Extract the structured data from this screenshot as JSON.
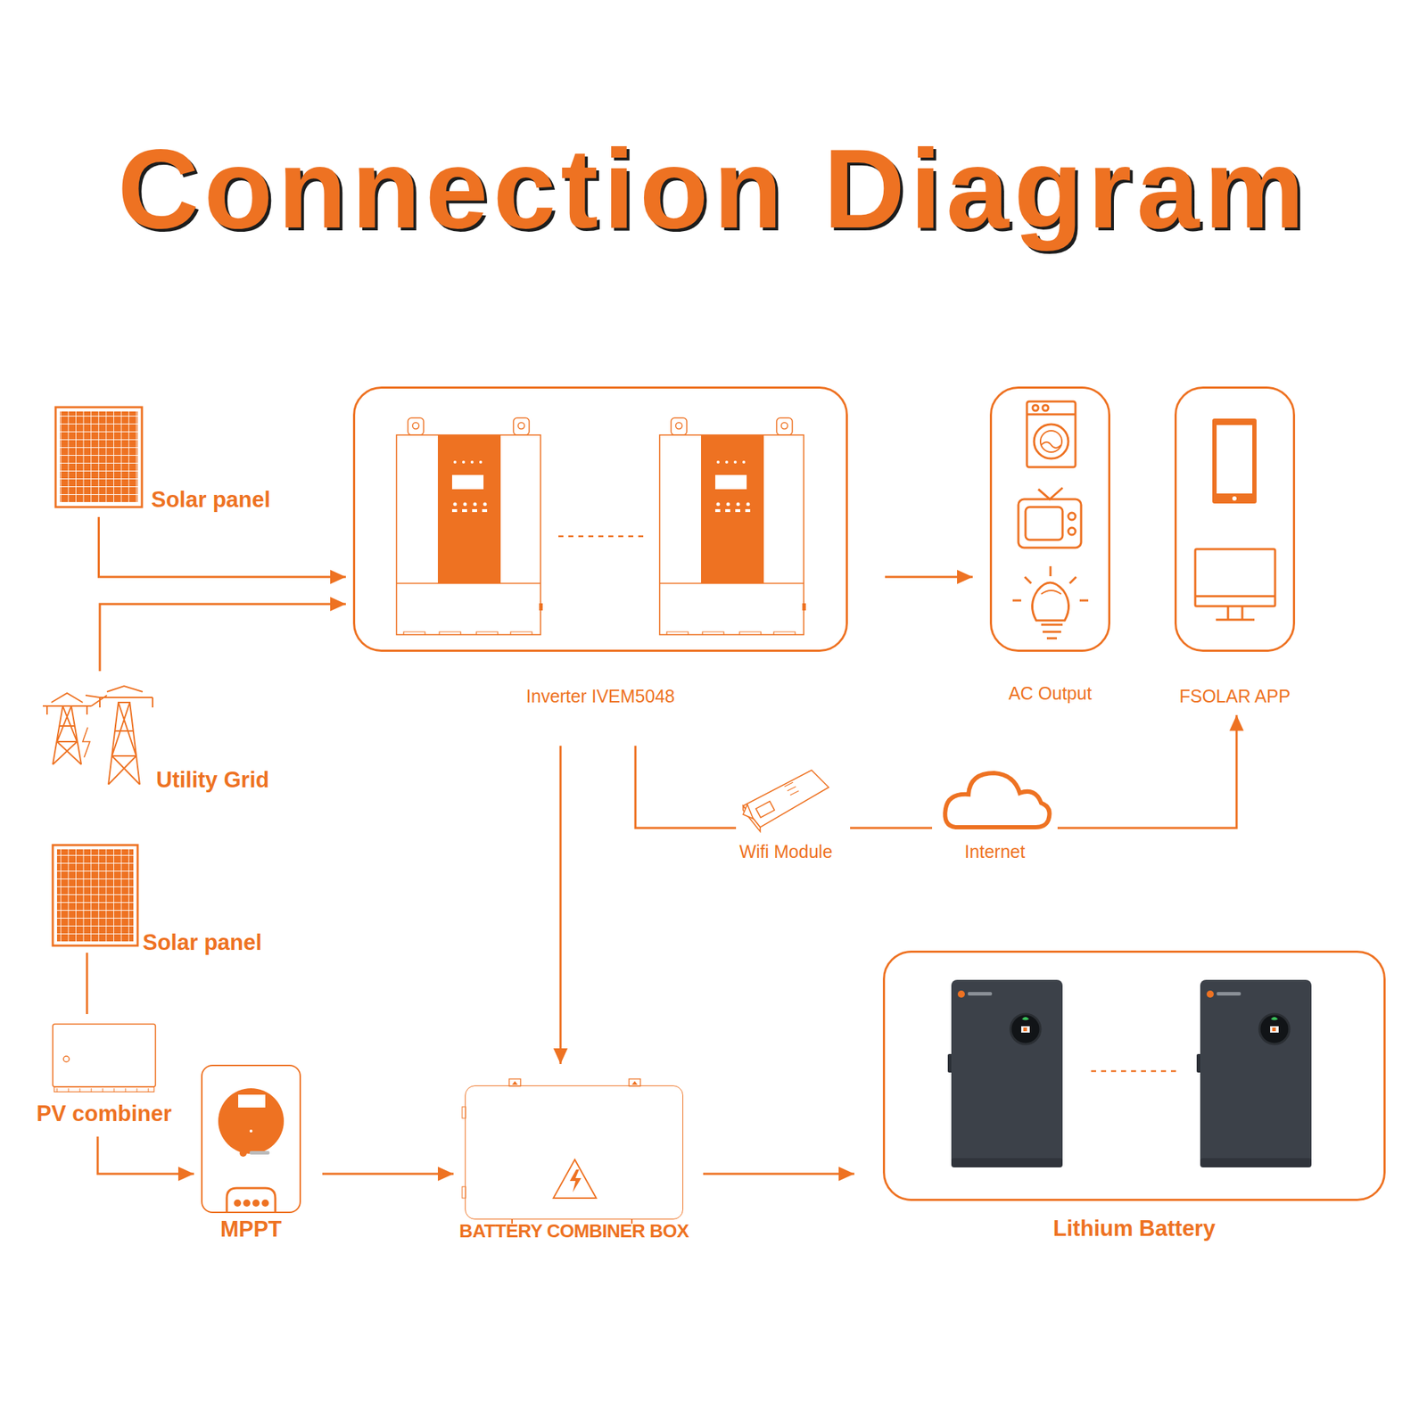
{
  "diagram": {
    "title": "Connection Diagram",
    "nodes": [
      {
        "text": [
          "Solar panel"
        ]
      },
      {
        "text": [
          "Utility Grid"
        ]
      },
      {
        "text": [
          "Inverter IVEM5048"
        ]
      },
      {
        "text": [
          "AC Output"
        ]
      },
      {
        "text": [
          "FSOLAR APP"
        ]
      },
      {
        "text": [
          "Wifi Module"
        ]
      },
      {
        "text": [
          "Internet"
        ]
      },
      {
        "text": [
          "Solar panel"
        ]
      },
      {
        "text": [
          "PV combiner"
        ]
      },
      {
        "text": [
          "MPPT"
        ]
      },
      {
        "text": [
          "BATTERY COMBINER BOX"
        ]
      },
      {
        "text": [
          "Lithium Battery"
        ]
      }
    ],
    "edges": [
      {
        "from": 0,
        "to": 2,
        "arrow": "to"
      },
      {
        "from": 1,
        "to": 2,
        "arrow": "to"
      },
      {
        "from": 2,
        "to": 3,
        "arrow": "to"
      },
      {
        "from": 2,
        "to": 10,
        "arrow": "to"
      },
      {
        "from": 2,
        "to": 5,
        "arrow": "none"
      },
      {
        "from": 5,
        "to": 6,
        "arrow": "none"
      },
      {
        "from": 6,
        "to": 4,
        "arrow": "to"
      },
      {
        "from": 7,
        "to": 8,
        "arrow": "none"
      },
      {
        "from": 8,
        "to": 9,
        "arrow": "to"
      },
      {
        "from": 9,
        "to": 10,
        "arrow": "to"
      },
      {
        "from": 10,
        "to": 11,
        "arrow": "to"
      }
    ]
  }
}
